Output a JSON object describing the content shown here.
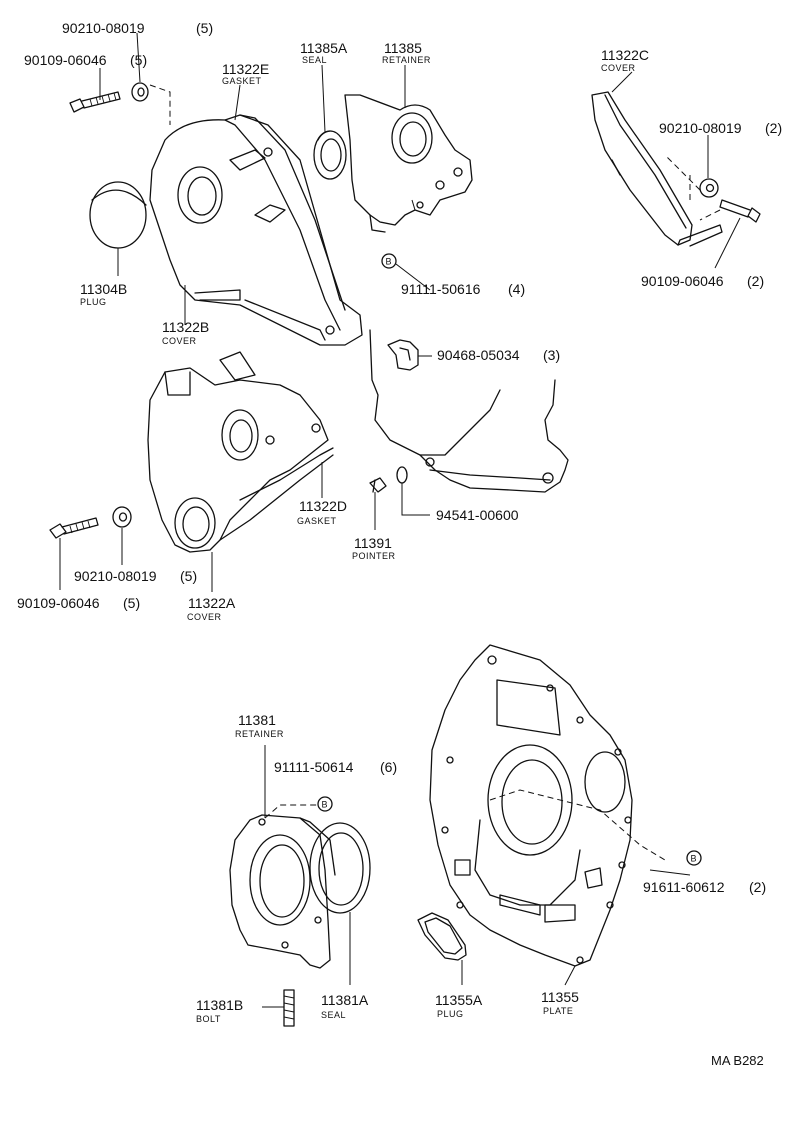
{
  "diagram_code": "MA B282",
  "callout_symbol": "B",
  "labels": {
    "p90210_tl": {
      "pn": "90210-08019",
      "qty": "(5)"
    },
    "p90109_tl": {
      "pn": "90109-06046",
      "qty": "(5)"
    },
    "p11322E": {
      "pn": "11322E",
      "sub": "GASKET"
    },
    "p11385A": {
      "pn": "11385A",
      "sub": "SEAL"
    },
    "p11385": {
      "pn": "11385",
      "sub": "RETAINER"
    },
    "p11322C": {
      "pn": "11322C",
      "sub": "COVER"
    },
    "p90210_r": {
      "pn": "90210-08019",
      "qty": "(2)"
    },
    "p90109_r": {
      "pn": "90109-06046",
      "qty": "(2)"
    },
    "p11304B": {
      "pn": "11304B",
      "sub": "PLUG"
    },
    "p91111_50616": {
      "pn": "91111-50616",
      "qty": "(4)"
    },
    "p11322B": {
      "pn": "11322B",
      "sub": "COVER"
    },
    "p90468": {
      "pn": "90468-05034",
      "qty": "(3)"
    },
    "p11322D": {
      "pn": "11322D",
      "sub": "GASKET"
    },
    "p94541": {
      "pn": "94541-00600"
    },
    "p11391": {
      "pn": "11391",
      "sub": "POINTER"
    },
    "p90210_bl": {
      "pn": "90210-08019",
      "qty": "(5)"
    },
    "p90109_bl": {
      "pn": "90109-06046",
      "qty": "(5)"
    },
    "p11322A": {
      "pn": "11322A",
      "sub": "COVER"
    },
    "p11381": {
      "pn": "11381",
      "sub": "RETAINER"
    },
    "p91111_50614": {
      "pn": "91111-50614",
      "qty": "(6)"
    },
    "p91611": {
      "pn": "91611-60612",
      "qty": "(2)"
    },
    "p11381B": {
      "pn": "11381B",
      "sub": "BOLT"
    },
    "p11381A": {
      "pn": "11381A",
      "sub": "SEAL"
    },
    "p11355A": {
      "pn": "11355A",
      "sub": "PLUG"
    },
    "p11355": {
      "pn": "11355",
      "sub": "PLATE"
    }
  }
}
